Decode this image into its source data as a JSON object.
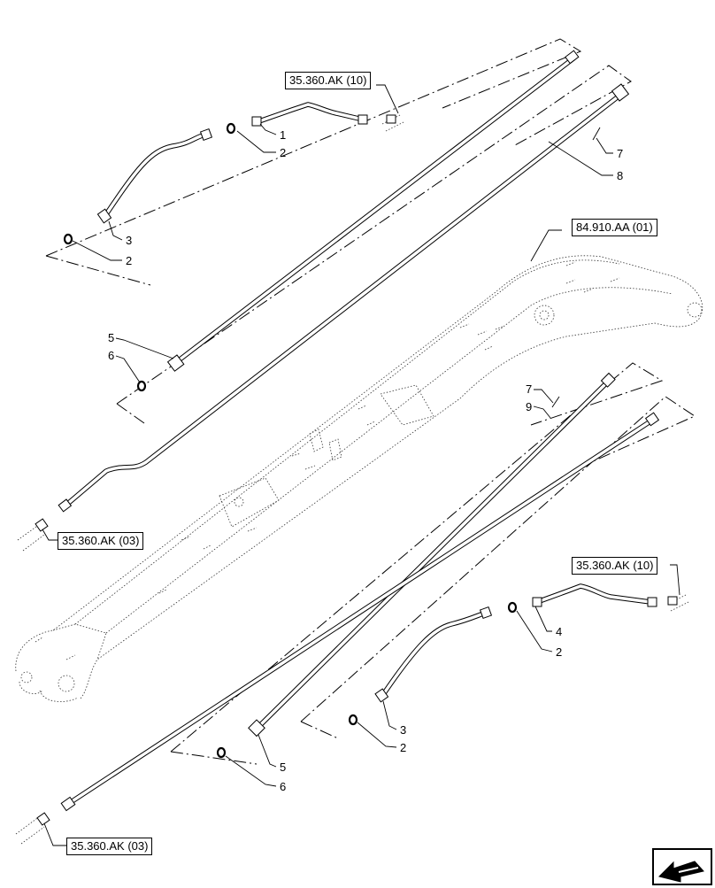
{
  "references": {
    "ref_top_left": "35.360.AK (10)",
    "ref_boom": "84.910.AA (01)",
    "ref_mid_left": "35.360.AK (03)",
    "ref_mid_right": "35.360.AK (10)",
    "ref_bottom_left": "35.360.AK (03)"
  },
  "callouts": {
    "c1": "1",
    "c2a": "2",
    "c3a": "3",
    "c2b": "2",
    "c5a": "5",
    "c6a": "6",
    "c7a": "7",
    "c8": "8",
    "c7b": "7",
    "c9": "9",
    "c4": "4",
    "c2c": "2",
    "c3b": "3",
    "c2d": "2",
    "c5b": "5",
    "c6b": "6"
  },
  "icons": {
    "nav": "arrow-left-icon"
  }
}
